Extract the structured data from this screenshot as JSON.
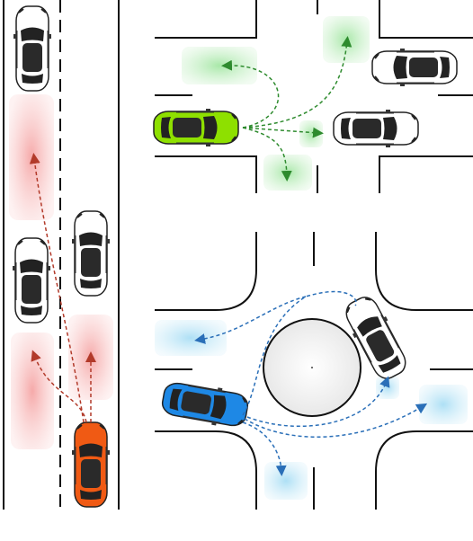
{
  "figure": {
    "panels": [
      {
        "id": "highway",
        "description_visible": false
      },
      {
        "id": "intersection",
        "description_visible": false
      },
      {
        "id": "roundabout",
        "description_visible": false
      }
    ],
    "colors": {
      "ego_orange": "#f05a14",
      "ego_green": "#8ee000",
      "ego_blue": "#1e88e5",
      "other_white": "#ffffff",
      "path_red": "#b23a2a",
      "path_green": "#2e8b2e",
      "path_blue": "#2a6fb8",
      "goal_red": "#f5a8a8",
      "goal_green": "#a8e6a8",
      "goal_blue": "#a8ddf2",
      "road_line": "#111111",
      "roundabout_fill": "#eeeeee"
    }
  }
}
